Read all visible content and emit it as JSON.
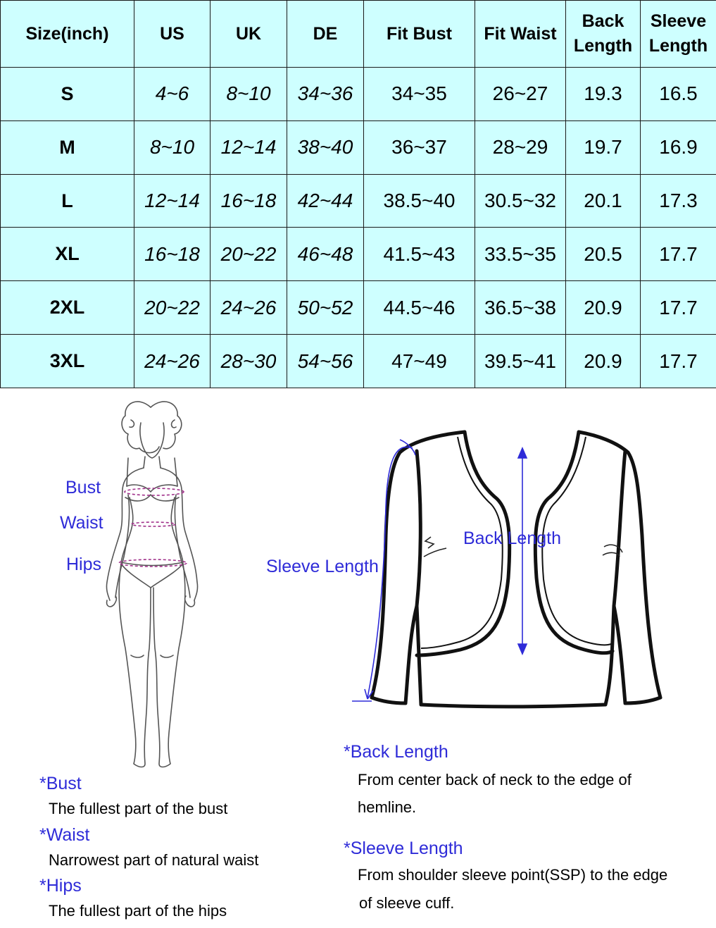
{
  "table": {
    "headers": [
      "Size(inch)",
      "US",
      "UK",
      "DE",
      "Fit Bust",
      "Fit Waist",
      "Back Length",
      "Sleeve Length"
    ],
    "header_lines": [
      [
        "Size(inch)"
      ],
      [
        "US"
      ],
      [
        "UK"
      ],
      [
        "DE"
      ],
      [
        "Fit Bust"
      ],
      [
        "Fit Waist"
      ],
      [
        "Back",
        "Length"
      ],
      [
        "Sleeve",
        "Length"
      ]
    ],
    "rows": [
      [
        "S",
        "4~6",
        "8~10",
        "34~36",
        "34~35",
        "26~27",
        "19.3",
        "16.5"
      ],
      [
        "M",
        "8~10",
        "12~14",
        "38~40",
        "36~37",
        "28~29",
        "19.7",
        "16.9"
      ],
      [
        "L",
        "12~14",
        "16~18",
        "42~44",
        "38.5~40",
        "30.5~32",
        "20.1",
        "17.3"
      ],
      [
        "XL",
        "16~18",
        "20~22",
        "46~48",
        "41.5~43",
        "33.5~35",
        "20.5",
        "17.7"
      ],
      [
        "2XL",
        "20~22",
        "24~26",
        "50~52",
        "44.5~46",
        "36.5~38",
        "20.9",
        "17.7"
      ],
      [
        "3XL",
        "24~26",
        "28~30",
        "54~56",
        "47~49",
        "39.5~41",
        "20.9",
        "17.7"
      ]
    ]
  },
  "figure_labels": {
    "bust": "Bust",
    "waist": "Waist",
    "hips": "Hips",
    "back_length": "Back Length",
    "sleeve_length": "Sleeve Length"
  },
  "notes": {
    "bust_title": "*Bust",
    "bust_text": "The fullest part of the bust",
    "waist_title": "*Waist",
    "waist_text": "Narrowest part of natural waist",
    "hips_title": "*Hips",
    "hips_text": "The fullest part of the hips",
    "back_title": "*Back Length",
    "back_text_1": "From center back of neck to the edge of",
    "back_text_2": "hemline.",
    "sleeve_title": "*Sleeve Length",
    "sleeve_text_1": "From shoulder sleeve point(SSP) to the edge",
    "sleeve_text_2": "of sleeve cuff."
  },
  "colors": {
    "table_bg": "#ceffff",
    "label_blue": "#2e2bd8",
    "measure_magenta": "#a0308a"
  }
}
